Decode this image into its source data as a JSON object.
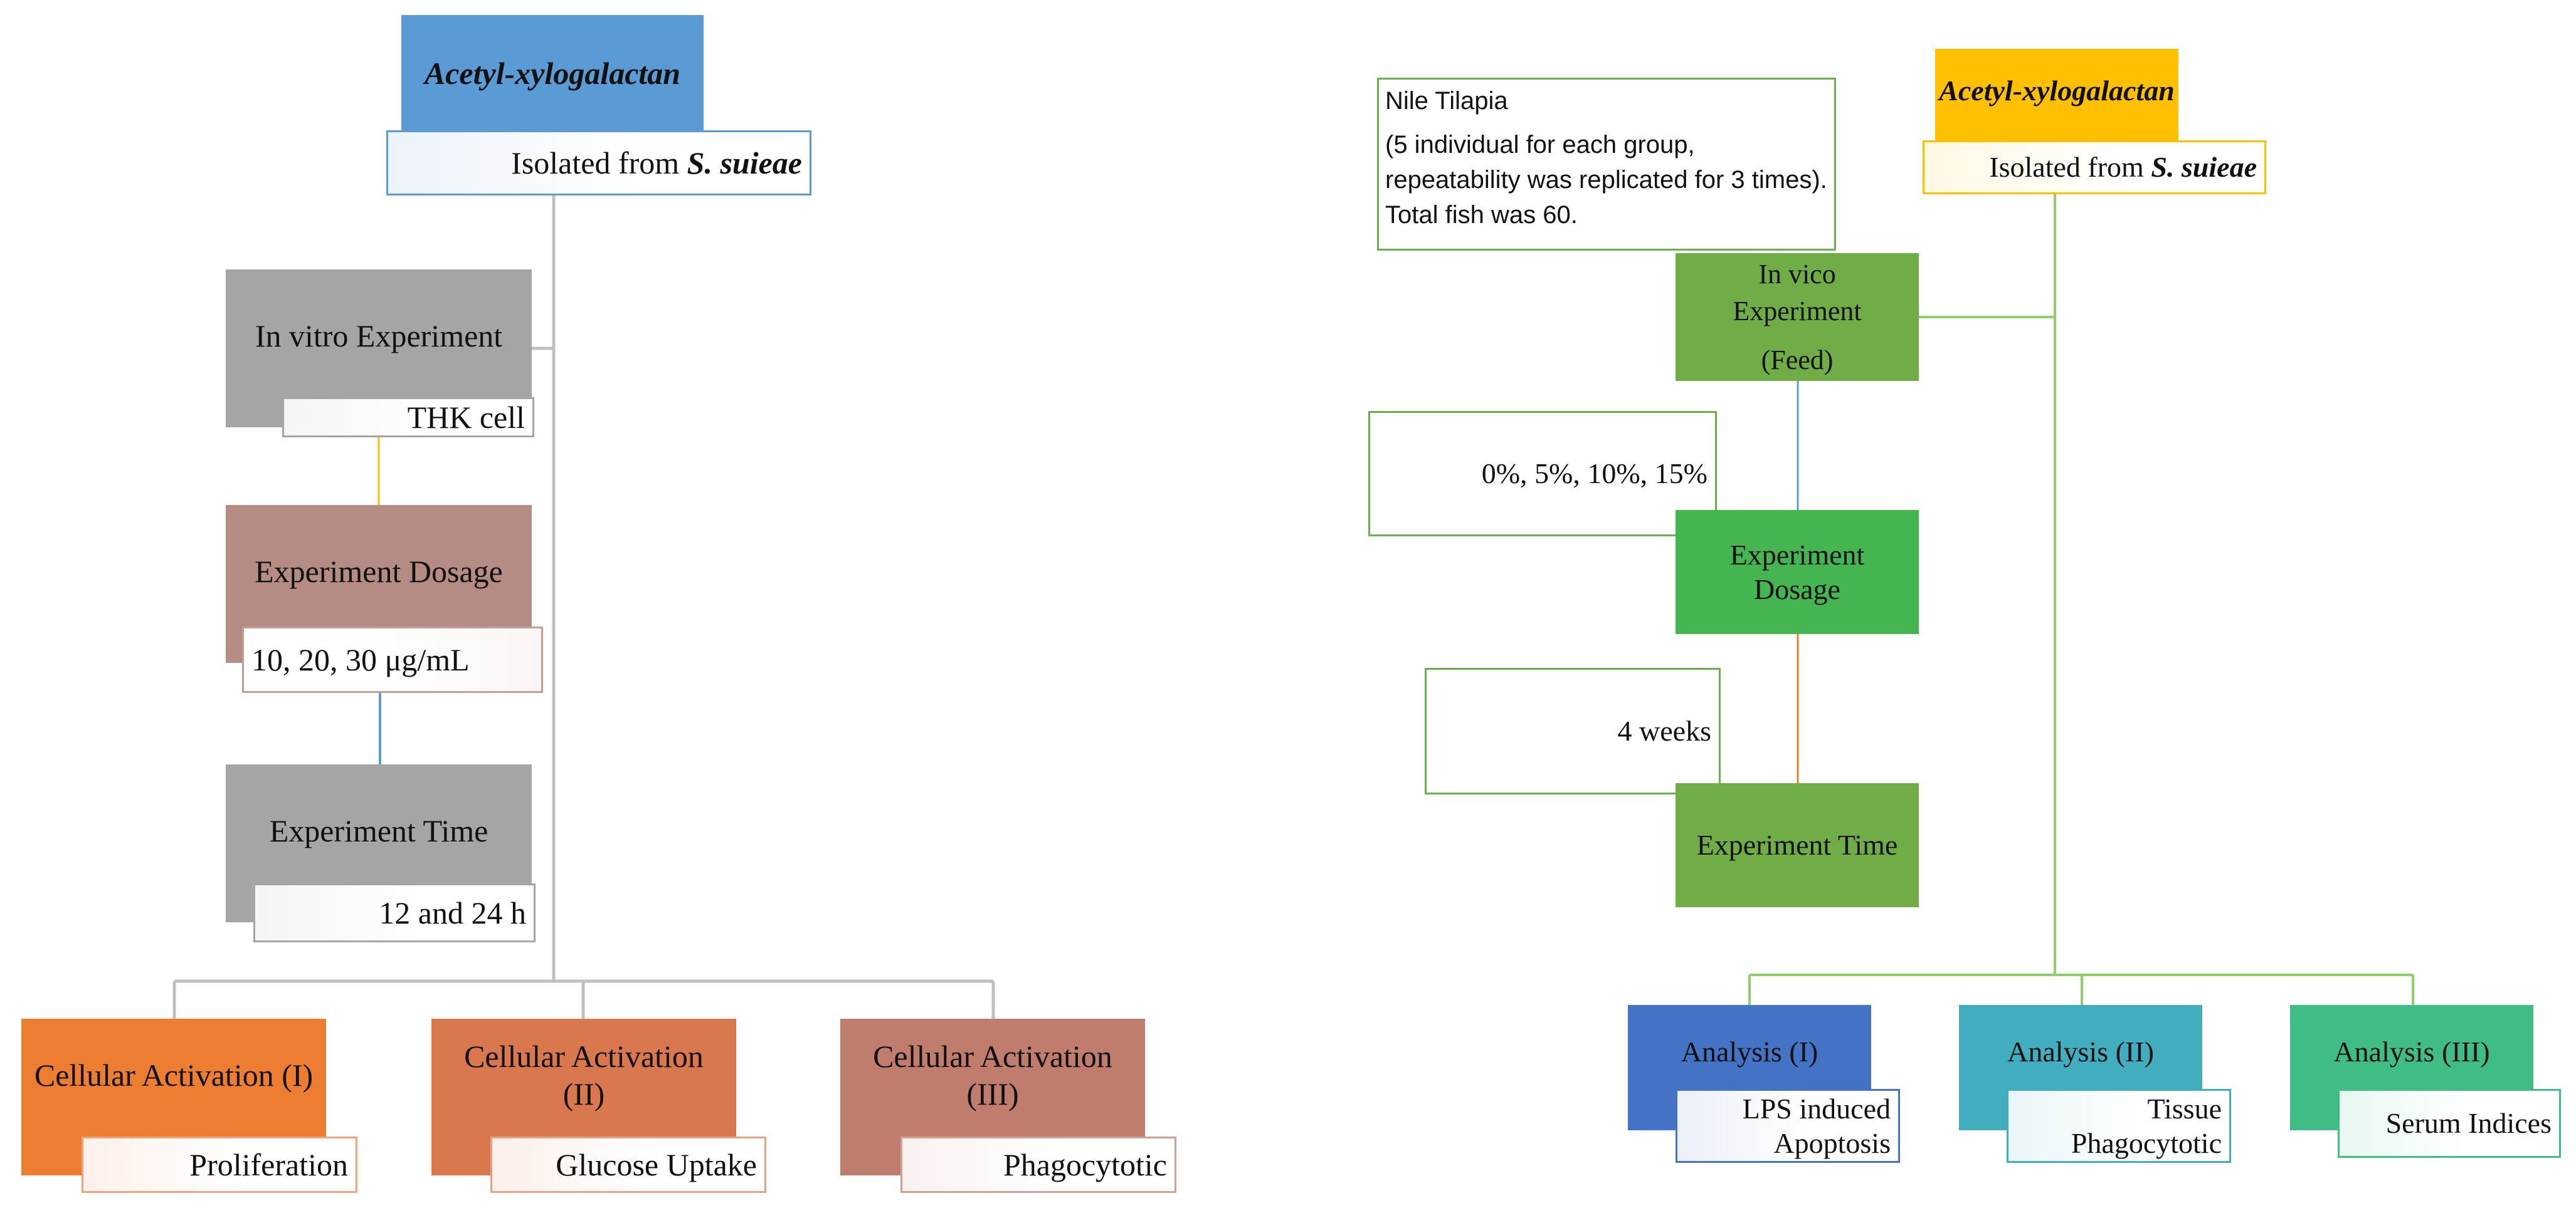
{
  "left": {
    "source": {
      "title": "Acetyl-xylogalactan",
      "isolated_prefix": "Isolated from ",
      "isolated_species": "S. suieae"
    },
    "steps": [
      {
        "label": "In vitro Experiment",
        "detail": "THK cell"
      },
      {
        "label": "Experiment Dosage",
        "detail": "10, 20, 30 μg/mL"
      },
      {
        "label": "Experiment Time",
        "detail": "12 and 24 h"
      }
    ],
    "outcomes": [
      {
        "label": "Cellular Activation (I)",
        "detail": "Proliferation"
      },
      {
        "label": "Cellular Activation (II)",
        "detail": "Glucose Uptake"
      },
      {
        "label": "Cellular Activation (III)",
        "detail": "Phagocytotic"
      }
    ]
  },
  "right": {
    "source": {
      "title": "Acetyl-xylogalactan",
      "isolated_prefix": "Isolated from ",
      "isolated_species": "S. suieae"
    },
    "note": {
      "title": "Nile Tilapia",
      "body": "(5 individual for each group, repeatability was replicated for 3 times). Total fish was 60."
    },
    "steps": [
      {
        "label_line1": "In vico",
        "label_line2": "Experiment",
        "label_line3": "(Feed)"
      },
      {
        "label": "Experiment Dosage",
        "detail": "0%, 5%, 10%, 15%"
      },
      {
        "label": "Experiment Time",
        "detail": "4 weeks"
      }
    ],
    "outcomes": [
      {
        "label": "Analysis (I)",
        "detail": "LPS induced Apoptosis"
      },
      {
        "label": "Analysis (II)",
        "detail": "Tissue Phagocytotic"
      },
      {
        "label": "Analysis (III)",
        "detail": "Serum Indices"
      }
    ]
  },
  "colors": {
    "blue": "#5b9bd5",
    "gray": "#a5a5a5",
    "rose": "#b48c83",
    "orange": "#ed7d31",
    "orange2": "#d9784f",
    "orange3": "#c07d6e",
    "gold": "#ffc000",
    "green": "#70ad47",
    "green2": "#45b552",
    "navy": "#4472c4",
    "teal": "#43adc0",
    "jade": "#3fbd85"
  }
}
